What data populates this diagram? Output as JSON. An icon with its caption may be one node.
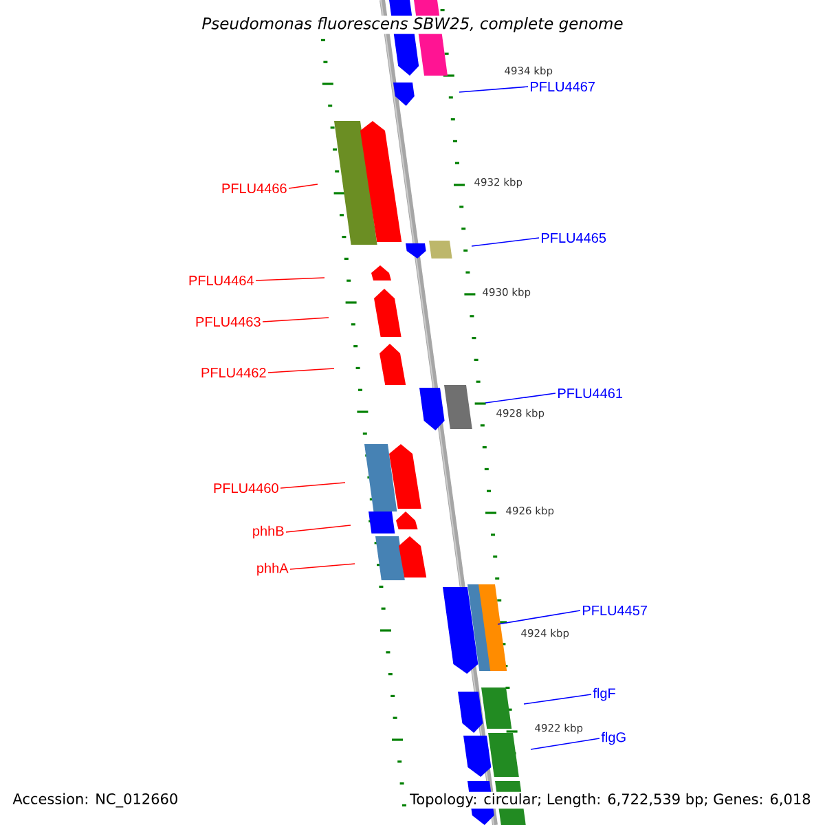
{
  "diagram": {
    "title": "*Pseudomonas fluorescens* SBW25, complete genome",
    "nodes": [
      {
        "text": [
          "PFLU4467"
        ]
      },
      {
        "text": [
          "PFLU4466"
        ]
      },
      {
        "text": [
          "PFLU4465"
        ]
      },
      {
        "text": [
          "PFLU4464"
        ]
      },
      {
        "text": [
          "PFLU4463"
        ]
      },
      {
        "text": [
          "PFLU4462"
        ]
      },
      {
        "text": [
          "PFLU4461"
        ]
      },
      {
        "text": [
          "PFLU4460"
        ]
      },
      {
        "text": [
          "phhB"
        ]
      },
      {
        "text": [
          "phhA"
        ]
      },
      {
        "text": [
          "PFLU4457"
        ]
      },
      {
        "text": [
          "flgF"
        ]
      },
      {
        "text": [
          "flgG"
        ]
      }
    ],
    "edges": [
      {
        "from": 0,
        "to": null,
        "arrow": "none",
        "color": "#0000ff"
      },
      {
        "from": 1,
        "to": null,
        "arrow": "none"
      },
      {
        "from": 2,
        "to": null,
        "arrow": "none",
        "color": "#0000ff"
      },
      {
        "from": 3,
        "to": null,
        "arrow": "none"
      },
      {
        "from": 4,
        "to": null,
        "arrow": "none"
      },
      {
        "from": 5,
        "to": null,
        "arrow": "none"
      },
      {
        "from": 6,
        "to": null,
        "arrow": "none",
        "color": "#0000ff"
      },
      {
        "from": 7,
        "to": null,
        "arrow": "none"
      },
      {
        "from": 8,
        "to": null,
        "arrow": "none"
      },
      {
        "from": 9,
        "to": null,
        "arrow": "none"
      },
      {
        "from": 10,
        "to": null,
        "arrow": "none",
        "color": "#0000ff"
      },
      {
        "from": 11,
        "to": null,
        "arrow": "none",
        "color": "#0000ff"
      },
      {
        "from": 12,
        "to": null,
        "arrow": "none",
        "color": "#0000ff"
      }
    ],
    "labels": [
      "4934 kbp",
      "4932 kbp",
      "4930 kbp",
      "4928 kbp",
      "4926 kbp",
      "4924 kbp",
      "4922 kbp",
      "Accession: NC_012660",
      "Topology: circular; Length: 6,722,539 bp; Genes: 6,018"
    ]
  }
}
